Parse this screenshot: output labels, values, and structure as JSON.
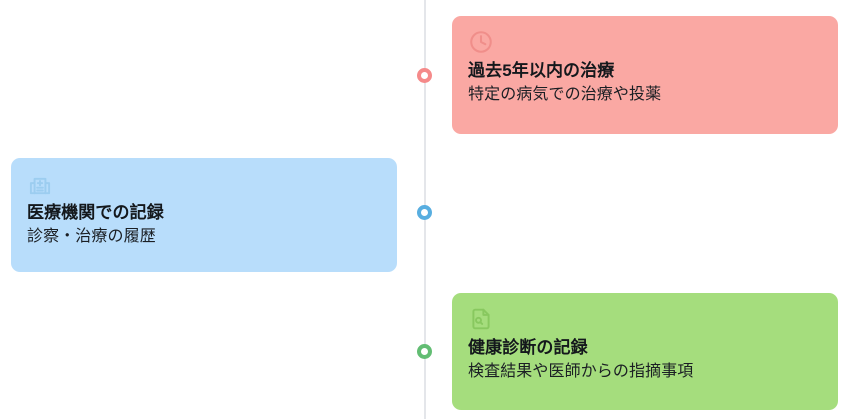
{
  "theme": {
    "background": "#ffffff",
    "axis_color": "#e4e6ea"
  },
  "timeline": {
    "axis_name": "vertical-timeline-axis",
    "entries": [
      {
        "id": "past-5-years-treatment",
        "side": "right",
        "icon": "clock-icon",
        "title": "過去5年以内の治療",
        "subtitle": "特定の病気での治療や投薬",
        "card_color": "#faa8a3",
        "icon_color": "#f08e8a",
        "marker_color": "#f58a8a"
      },
      {
        "id": "medical-institution-records",
        "side": "left",
        "icon": "hospital-icon",
        "title": "医療機関での記録",
        "subtitle": "診察・治療の履歴",
        "card_color": "#b8ddfb",
        "icon_color": "#9ccdf0",
        "marker_color": "#58aee0"
      },
      {
        "id": "health-checkup-records",
        "side": "right",
        "icon": "document-search-icon",
        "title": "健康診断の記録",
        "subtitle": "検査結果や医師からの指摘事項",
        "card_color": "#a5dd7d",
        "icon_color": "#88c85f",
        "marker_color": "#62bd73"
      }
    ]
  }
}
